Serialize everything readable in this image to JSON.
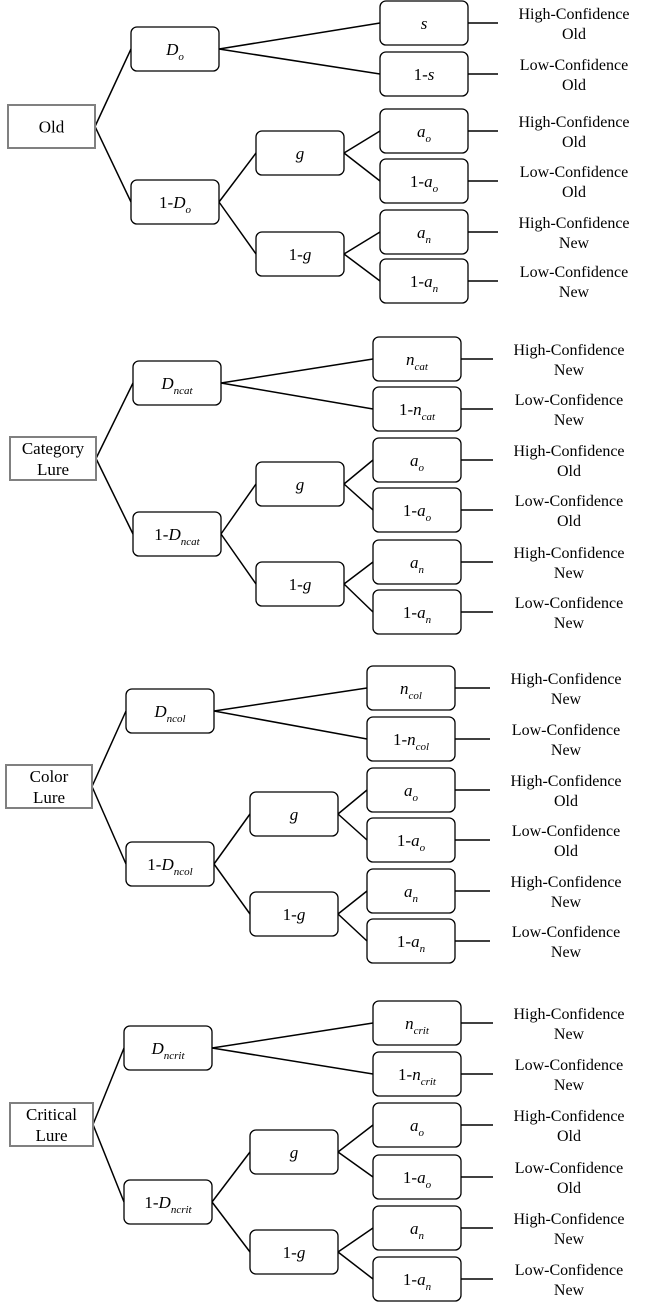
{
  "trees": [
    {
      "root": "Old",
      "detect": {
        "pre": "",
        "base": "D",
        "sub": "o"
      },
      "not_detect": {
        "pre": "1-",
        "base": "D",
        "sub": "o"
      },
      "first_leaf": {
        "pre": "",
        "base": "s",
        "sub": ""
      },
      "second_leaf": {
        "pre": "1-",
        "base": "s",
        "sub": ""
      },
      "first_outcome": [
        "High-Confidence",
        "Old"
      ],
      "second_outcome": [
        "Low-Confidence",
        "Old"
      ]
    },
    {
      "root": "Category Lure",
      "detect": {
        "pre": "",
        "base": "D",
        "sub": "ncat"
      },
      "not_detect": {
        "pre": "1-",
        "base": "D",
        "sub": "ncat"
      },
      "first_leaf": {
        "pre": "",
        "base": "n",
        "sub": "cat"
      },
      "second_leaf": {
        "pre": "1-",
        "base": "n",
        "sub": "cat"
      },
      "first_outcome": [
        "High-Confidence",
        "New"
      ],
      "second_outcome": [
        "Low-Confidence",
        "New"
      ]
    },
    {
      "root": "Color Lure",
      "detect": {
        "pre": "",
        "base": "D",
        "sub": "ncol"
      },
      "not_detect": {
        "pre": "1-",
        "base": "D",
        "sub": "ncol"
      },
      "first_leaf": {
        "pre": "",
        "base": "n",
        "sub": "col"
      },
      "second_leaf": {
        "pre": "1-",
        "base": "n",
        "sub": "col"
      },
      "first_outcome": [
        "High-Confidence",
        "New"
      ],
      "second_outcome": [
        "Low-Confidence",
        "New"
      ]
    },
    {
      "root": "Critical Lure",
      "detect": {
        "pre": "",
        "base": "D",
        "sub": "ncrit"
      },
      "not_detect": {
        "pre": "1-",
        "base": "D",
        "sub": "ncrit"
      },
      "first_leaf": {
        "pre": "",
        "base": "n",
        "sub": "crit"
      },
      "second_leaf": {
        "pre": "1-",
        "base": "n",
        "sub": "crit"
      },
      "first_outcome": [
        "High-Confidence",
        "New"
      ],
      "second_outcome": [
        "Low-Confidence",
        "New"
      ]
    }
  ],
  "guess_branch": {
    "guess": {
      "pre": "",
      "base": "g",
      "sub": ""
    },
    "not_guess": {
      "pre": "1-",
      "base": "g",
      "sub": ""
    },
    "old_high": {
      "pre": "",
      "base": "a",
      "sub": "o"
    },
    "old_low": {
      "pre": "1-",
      "base": "a",
      "sub": "o"
    },
    "new_high": {
      "pre": "",
      "base": "a",
      "sub": "n"
    },
    "new_low": {
      "pre": "1-",
      "base": "a",
      "sub": "n"
    },
    "old_high_outcome": [
      "High-Confidence",
      "Old"
    ],
    "old_low_outcome": [
      "Low-Confidence",
      "Old"
    ],
    "new_high_outcome": [
      "High-Confidence",
      "New"
    ],
    "new_low_outcome": [
      "Low-Confidence",
      "New"
    ]
  }
}
